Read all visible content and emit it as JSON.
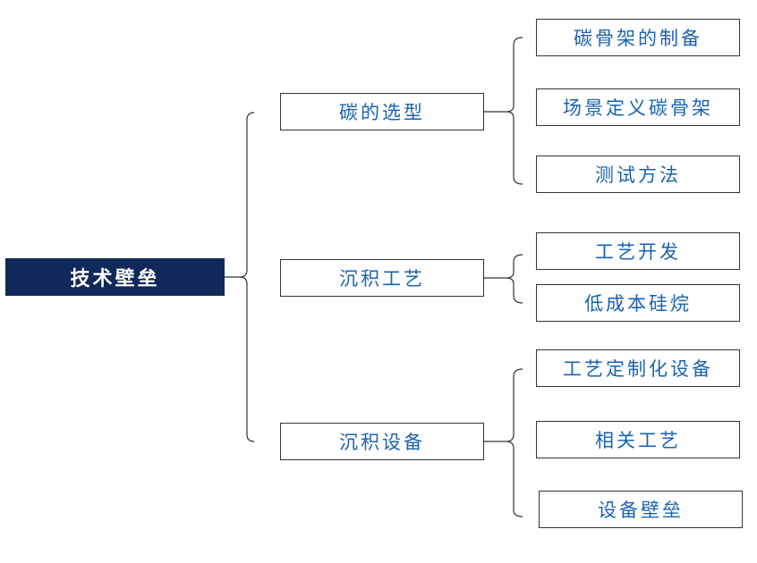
{
  "root": {
    "label": "技术壁垒"
  },
  "branches": [
    {
      "label": "碳的选型",
      "children": [
        "碳骨架的制备",
        "场景定义碳骨架",
        "测试方法"
      ]
    },
    {
      "label": "沉积工艺",
      "children": [
        "工艺开发",
        "低成本硅烷"
      ]
    },
    {
      "label": "沉积设备",
      "children": [
        "工艺定制化设备",
        "相关工艺",
        "设备壁垒"
      ]
    }
  ],
  "colors": {
    "root_background": "#10285a",
    "root_text": "#ffffff",
    "node_text": "#1a63b0",
    "node_border": "#333333",
    "connector": "#333333"
  }
}
